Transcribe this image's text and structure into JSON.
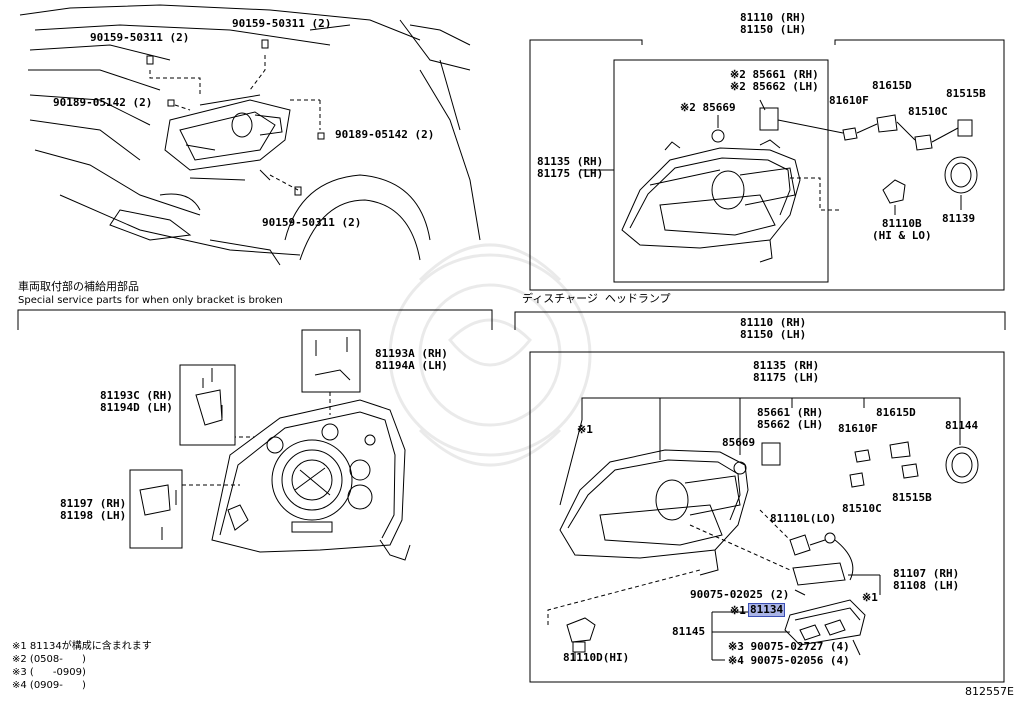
{
  "top_left": {
    "labels": [
      "90159-50311 (2)",
      "90159-50311 (2)",
      "90189-05142 (2)",
      "90189-05142 (2)",
      "90159-50311 (2)"
    ]
  },
  "special_service": {
    "title_jp": "車両取付部の補給用部品",
    "title_en": "Special service parts for when only bracket is broken",
    "labels": {
      "c": "81193C (RH)\n81194D (LH)",
      "a": "81193A (RH)\n81194A (LH)",
      "r": "81197 (RH)\n81198 (LH)"
    }
  },
  "top_right": {
    "header": "81110 (RH)\n81150 (LH)",
    "labels": {
      "h85661": "※2 85661 (RH)\n※2 85662 (LH)",
      "h85669": "※2 85669",
      "p81615": "81615D",
      "p81610": "81610F",
      "p81515": "81515B",
      "p81510": "81510C",
      "p81135": "81135 (RH)\n81175 (LH)",
      "p81110b": "81110B\n(HI & LO)",
      "p81139": "81139"
    }
  },
  "discharge": {
    "title_jp": "ディスチャージ  ヘッドランプ",
    "header": "81110 (RH)\n81150 (LH)",
    "labels": {
      "p81135": "81135 (RH)\n81175 (LH)",
      "mark1": "※1",
      "h85661": "85661 (RH)\n85662 (LH)",
      "p81615": "81615D",
      "p81610": "81610F",
      "p81144": "81144",
      "p85669": "85669",
      "p81510": "81510C",
      "p81515": "81515B",
      "p81110l": "81110L(LO)",
      "p81107": "81107 (RH)\n81108 (LH)",
      "mark1b": "※1",
      "p90075a": "90075-02025 (2)",
      "p81134_mark": "※1",
      "p81134": "81134",
      "p81145": "81145",
      "p90075b": "※3 90075-02727 (4)",
      "p90075c": "※4 90075-02056 (4)",
      "p81110d": "81110D(HI)"
    }
  },
  "notes": [
    "※1 81134が構成に含まれます",
    "※2 (0508-      )",
    "※3 (      -0909)",
    "※4 (0909-      )"
  ],
  "diagram_id": "812557E",
  "colors": {
    "line": "#000000",
    "highlight": "#aab4e6"
  }
}
